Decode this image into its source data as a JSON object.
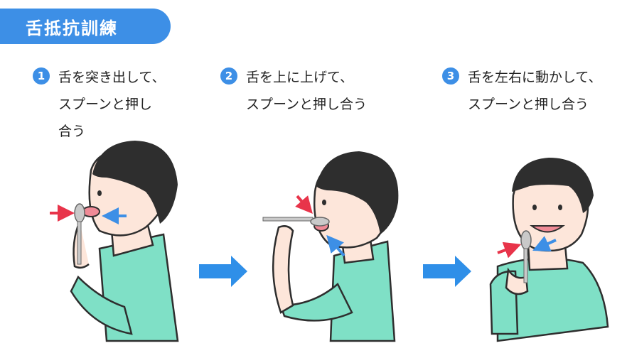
{
  "title": "舌抵抗訓練",
  "steps": [
    {
      "num": "1",
      "lines": [
        "舌を突き出して、",
        "スプーンと押し",
        "合う"
      ]
    },
    {
      "num": "2",
      "lines": [
        "舌を上に上げて、",
        "スプーンと押し合う"
      ]
    },
    {
      "num": "3",
      "lines": [
        "舌を左右に動かして、",
        "スプーンと押し合う"
      ]
    }
  ],
  "colors": {
    "accent": "#3d8fe6",
    "push_arrow": "#e8344a",
    "tongue_arrow": "#3d8fe6",
    "flow_arrow": "#2f8fe8",
    "shirt": "#7fe0c6",
    "skin": "#fde6da",
    "hair": "#2e2e2e",
    "spoon": "#c9c9c9"
  },
  "icons": [
    "spoon-icon",
    "arrow-right-icon"
  ]
}
